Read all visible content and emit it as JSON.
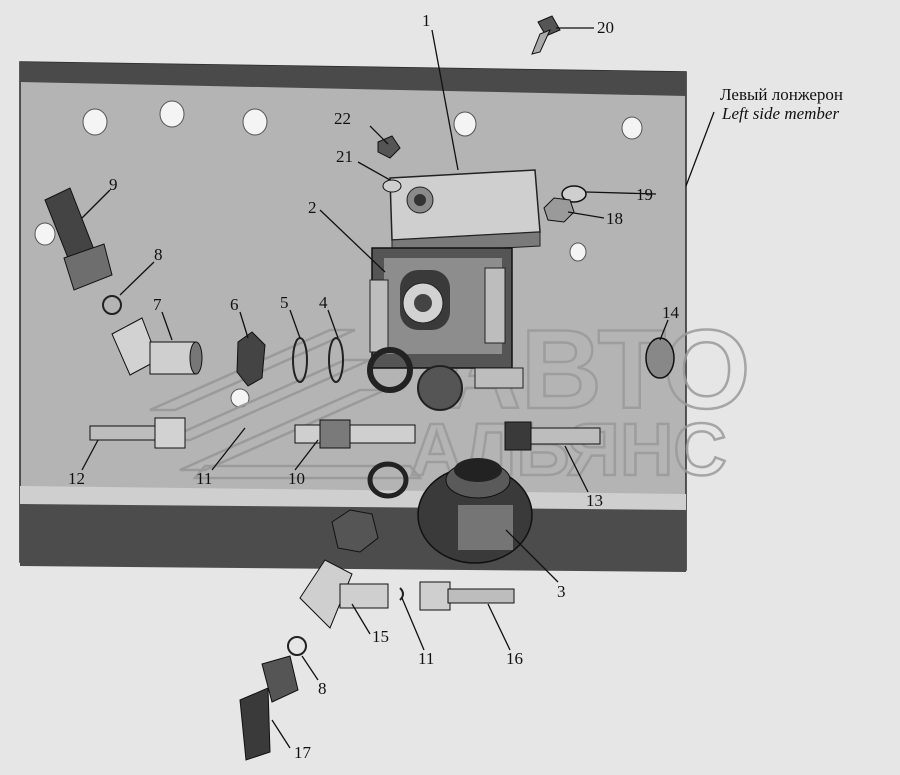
{
  "caption": {
    "ru": "Левый лонжерон",
    "en": "Left side member"
  },
  "watermark": {
    "line1": "АВТО",
    "line2": "АЛЬЯНС"
  },
  "callouts": [
    "1",
    "2",
    "3",
    "4",
    "5",
    "6",
    "7",
    "8",
    "8",
    "9",
    "10",
    "11",
    "11",
    "12",
    "13",
    "14",
    "15",
    "16",
    "17",
    "18",
    "19",
    "20",
    "21",
    "22"
  ],
  "colors": {
    "background": "#e6e6e6",
    "frame_plate": "#b4b4b4",
    "frame_dark": "#4a4a4a",
    "part_light": "#cfcfcf",
    "part_dark": "#3a3a3a"
  }
}
